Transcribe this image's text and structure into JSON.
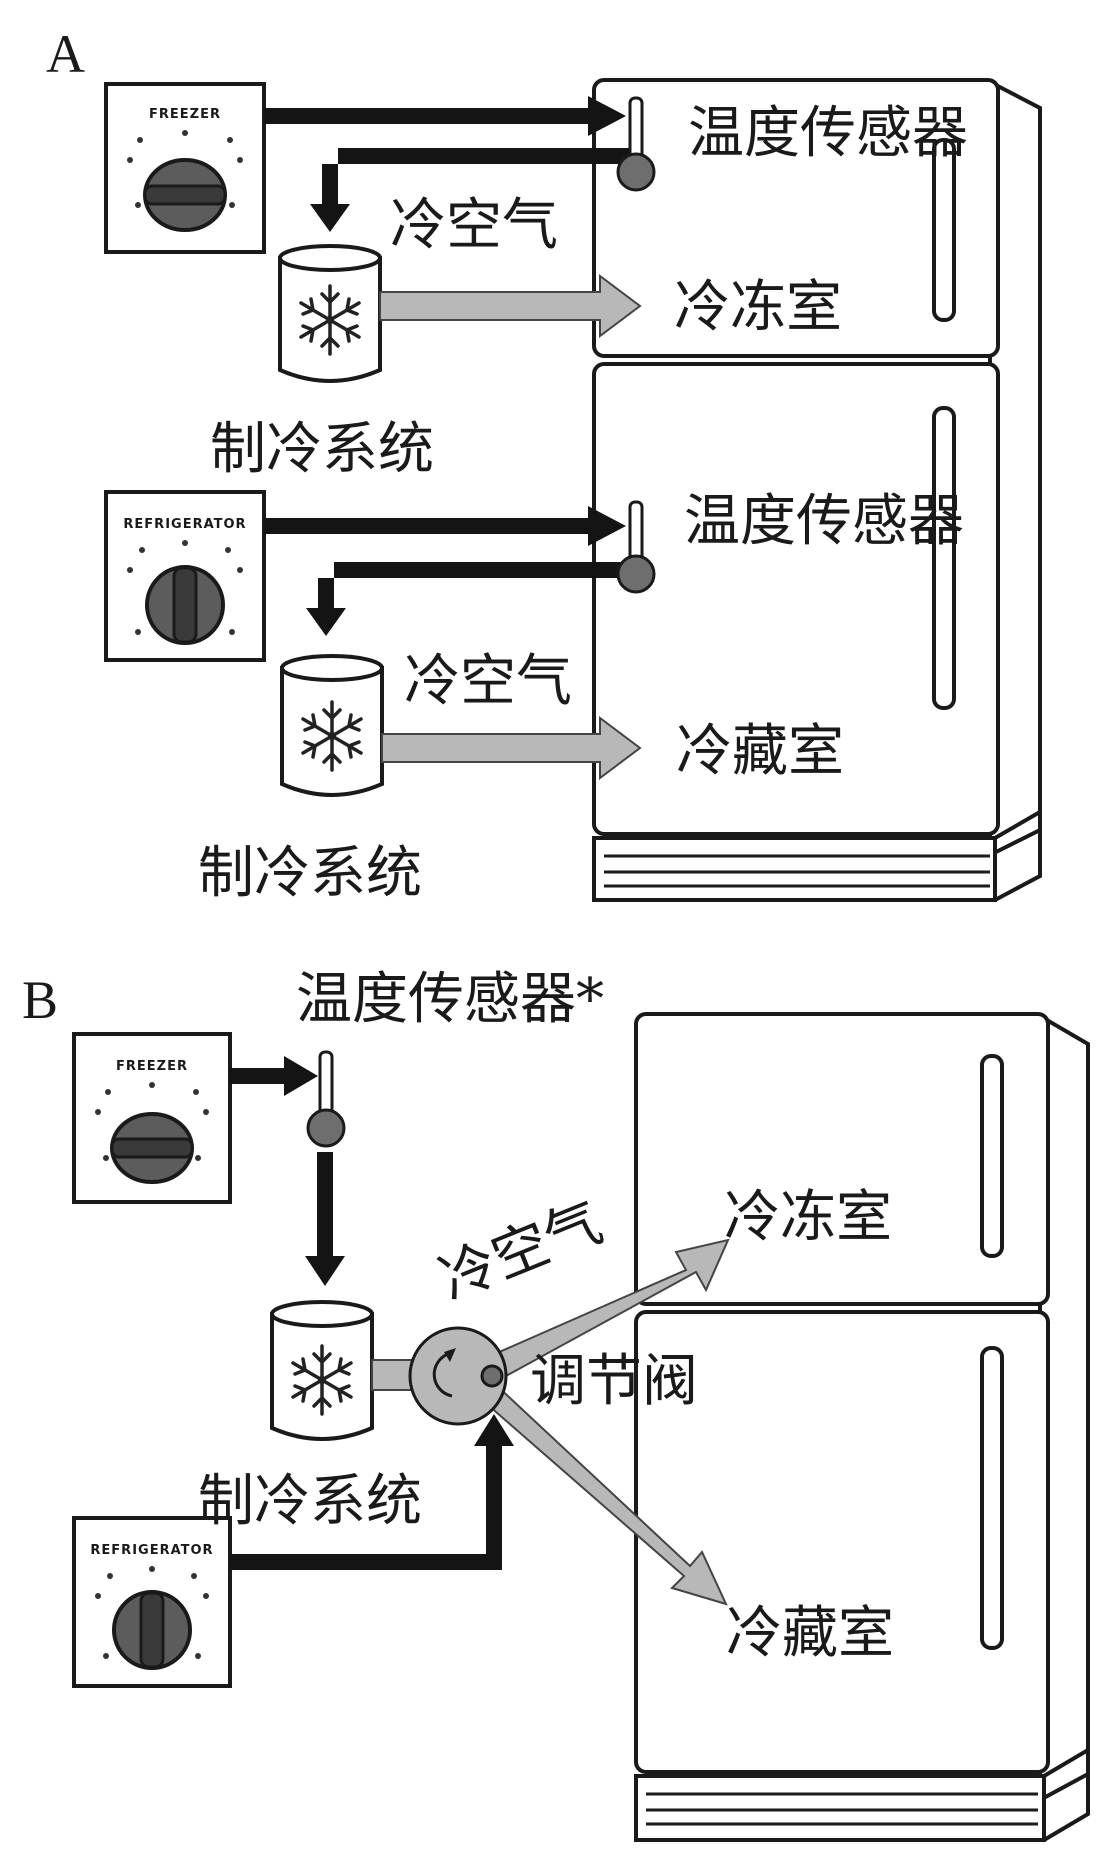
{
  "panel_a": {
    "label": "A",
    "freezer_dial_label": "FREEZER",
    "refrigerator_dial_label": "REFRIGERATOR",
    "temp_sensor_top": "温度传感器",
    "temp_sensor_bottom": "温度传感器",
    "cold_air_top": "冷空气",
    "cold_air_bottom": "冷空气",
    "freezer_compartment": "冷冻室",
    "fridge_compartment": "冷藏室",
    "cooling_system_top": "制冷系统",
    "cooling_system_bottom": "制冷系统"
  },
  "panel_b": {
    "label": "B",
    "freezer_dial_label": "FREEZER",
    "refrigerator_dial_label": "REFRIGERATOR",
    "temp_sensor": "温度传感器*",
    "cold_air": "冷空气",
    "regulating_valve": "调节阀",
    "freezer_compartment": "冷冻室",
    "fridge_compartment": "冷藏室",
    "cooling_system": "制冷系统"
  },
  "colors": {
    "control_arrow": "#141414",
    "air_arrow": "#b8b8b8",
    "sensor_bulb": "#6e6e6e",
    "outline": "#1a1a1a"
  }
}
